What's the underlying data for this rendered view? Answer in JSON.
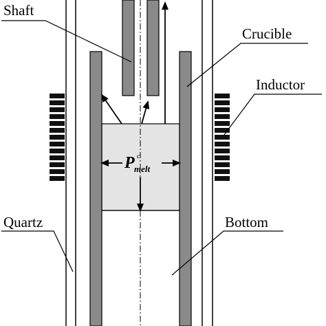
{
  "labels": {
    "shaft": "Shaft",
    "crucible": "Crucible",
    "inductor": "Inductor",
    "quartz": "Quartz",
    "bottom": "Bottom"
  },
  "pressure": {
    "symbol": "P",
    "subscript": "melt",
    "superscript": "c"
  },
  "colors": {
    "wall_gray": "#8a8a8a",
    "melt_fill": "#e4e4e4",
    "coil_black": "#111111",
    "line": "#000000"
  }
}
